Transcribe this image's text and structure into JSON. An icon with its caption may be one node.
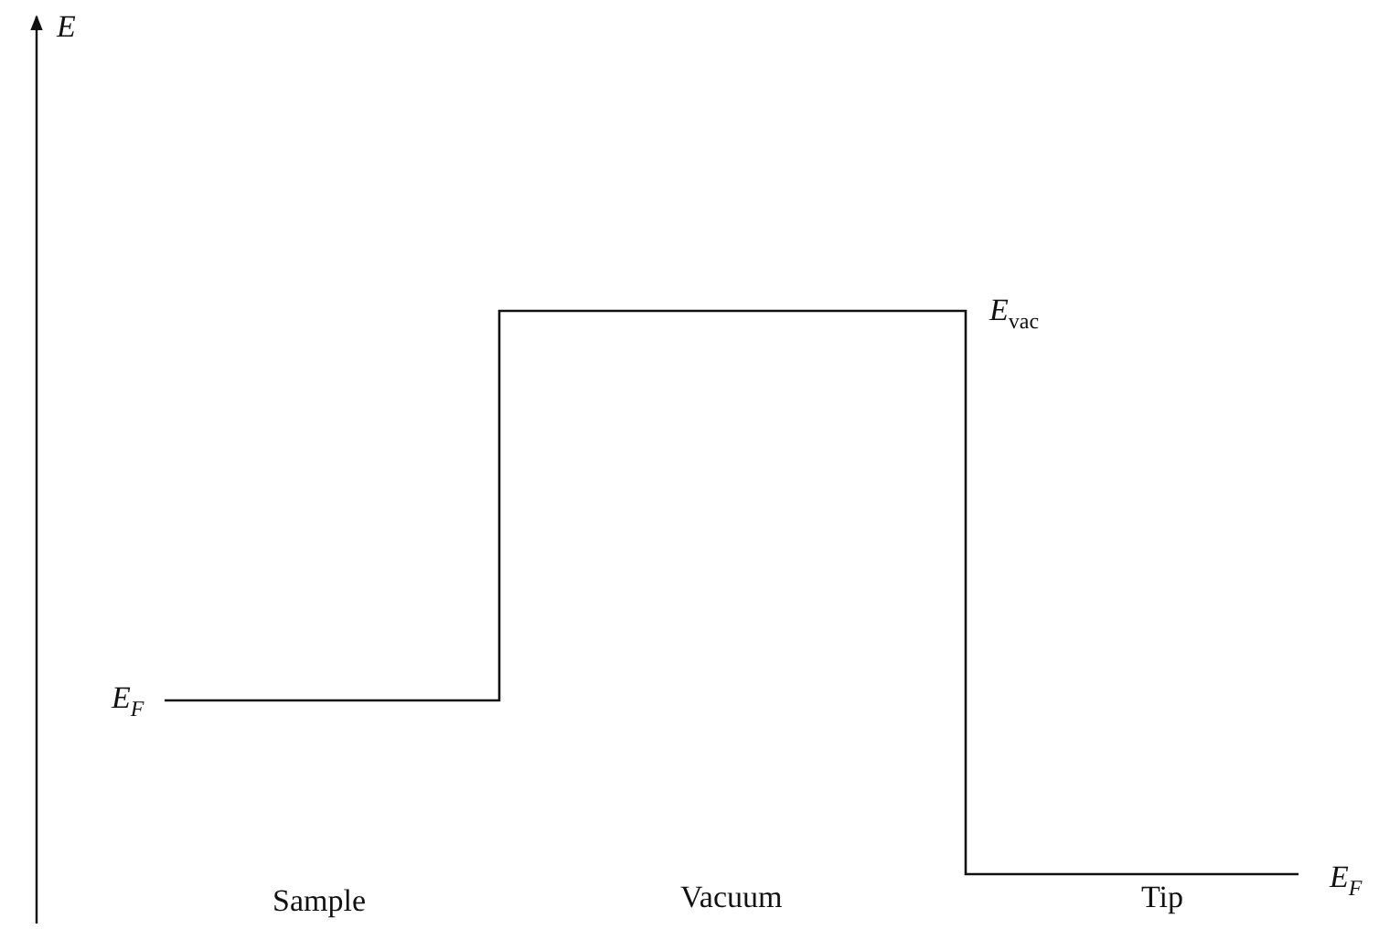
{
  "diagram": {
    "labels": [
      "*E*",
      "*E*$_{vac}$",
      "*E*$_{F}$",
      "*E*$_{F}$",
      "Sample",
      "Vacuum",
      "Tip"
    ]
  }
}
